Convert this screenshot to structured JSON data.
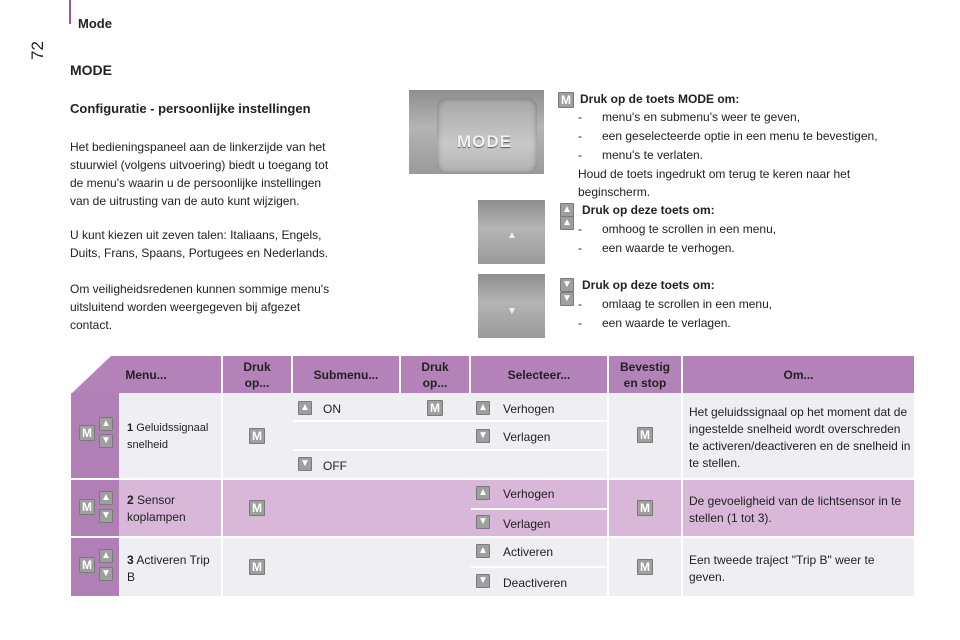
{
  "header": {
    "title": "Mode",
    "page_number": "72"
  },
  "section_title": "MODE",
  "sub_title": "Configuratie - persoonlijke instellingen",
  "paragraphs": [
    "Het bedieningspaneel aan de linkerzijde van het stuurwiel (volgens uitvoering) biedt u toegang tot de menu's waarin u de persoonlijke instellingen van de uitrusting van de auto kunt wijzigen.",
    "U kunt kiezen uit zeven talen: Italiaans, Engels, Duits, Frans, Spaans, Portugees en Nederlands.",
    "Om veiligheidsredenen kunnen sommige menu's uitsluitend worden weergegeven bij afgezet contact."
  ],
  "photo_mode_label": "MODE",
  "icons": {
    "m_key": "M",
    "up_key": "▲",
    "down_key": "▼"
  },
  "mode_desc": {
    "heading": "Druk op de toets MODE om:",
    "items": [
      "menu's en submenu's weer te geven,",
      "een geselecteerde optie in een menu te bevestigen,",
      "menu's te verlaten."
    ],
    "note": "Houd de toets ingedrukt om terug te keren naar het beginscherm."
  },
  "up_desc": {
    "heading": "Druk op deze toets om:",
    "items": [
      "omhoog te scrollen in een menu,",
      "een waarde te verhogen."
    ]
  },
  "down_desc": {
    "heading": "Druk op deze toets om:",
    "items": [
      "omlaag te scrollen in een menu,",
      "een waarde te verlagen."
    ]
  },
  "dash": "-",
  "table": {
    "headers": [
      "Menu...",
      "Druk op...",
      "Submenu...",
      "Druk op...",
      "Selecteer...",
      "Bevestig en stop",
      "Om..."
    ],
    "rows": [
      {
        "num": "1",
        "menu": "Geluidssignaal snelheid",
        "sub_on": "ON",
        "sub_off": "OFF",
        "sel_1": "Verhogen",
        "sel_2": "Verlagen",
        "om": "Het geluidssignaal op het moment dat de ingestelde snelheid wordt overschreden te activeren/deactiveren en de snelheid in te stellen."
      },
      {
        "num": "2",
        "menu": "Sensor koplampen",
        "sel_1": "Verhogen",
        "sel_2": "Verlagen",
        "om": "De gevoeligheid van de lichtsensor in te stellen (1 tot 3)."
      },
      {
        "num": "3",
        "menu": "Activeren Trip B",
        "sel_1": "Activeren",
        "sel_2": "Deactiveren",
        "om": "Een tweede traject \"Trip B\" weer te geven."
      }
    ]
  },
  "colors": {
    "header_bg": "#b282b8",
    "row_alt": "#d8b7d9",
    "row_light": "#efeef3",
    "side_dark": "#b07fb5"
  }
}
